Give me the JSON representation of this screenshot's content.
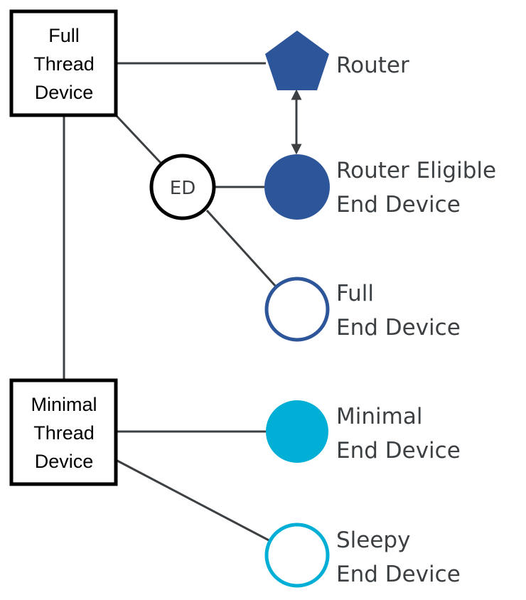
{
  "nodes": {
    "full_thread_device": {
      "lines": [
        "Full",
        "Thread",
        "Device"
      ]
    },
    "minimal_thread_device": {
      "lines": [
        "Minimal",
        "Thread",
        "Device"
      ]
    },
    "ed": {
      "label": "ED"
    },
    "router": {
      "lines": [
        "Router"
      ],
      "icon": "pentagon-icon"
    },
    "router_eligible_end_device": {
      "lines": [
        "Router Eligible",
        "End Device"
      ],
      "icon": "filled-circle-icon"
    },
    "full_end_device": {
      "lines": [
        "Full",
        "End Device"
      ],
      "icon": "outline-circle-icon"
    },
    "minimal_end_device": {
      "lines": [
        "Minimal",
        "End Device"
      ],
      "icon": "filled-circle-icon"
    },
    "sleepy_end_device": {
      "lines": [
        "Sleepy",
        "End Device"
      ],
      "icon": "outline-circle-icon"
    }
  },
  "colors": {
    "dark_blue": "#2d5599",
    "light_blue": "#00aed6",
    "line_gray": "#3c4043",
    "text_gray": "#3c4043",
    "box_border": "#000000"
  }
}
